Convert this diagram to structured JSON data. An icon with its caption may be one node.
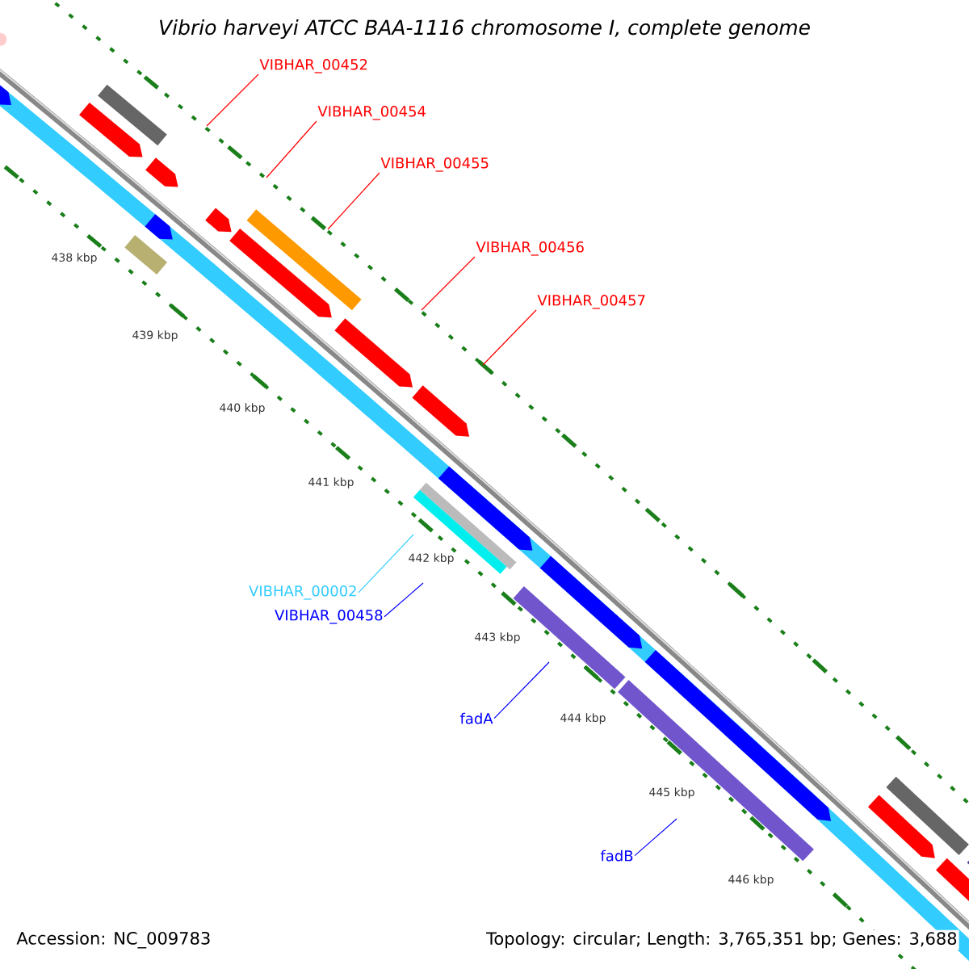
{
  "diagram": {
    "title": "Vibrio harveyi ATCC BAA-1116 chromosome I, complete genome",
    "nodes": [
      {
        "text": [
          "VIBHAR_00452"
        ]
      },
      {
        "text": [
          "VIBHAR_00454"
        ]
      },
      {
        "text": [
          "VIBHAR_00455"
        ]
      },
      {
        "text": [
          "VIBHAR_00456"
        ]
      },
      {
        "text": [
          "VIBHAR_00457"
        ]
      },
      {
        "text": [
          "VIBHAR_00002"
        ]
      },
      {
        "text": [
          "VIBHAR_00458"
        ]
      },
      {
        "text": [
          "fadA"
        ]
      },
      {
        "text": [
          "fadB"
        ]
      }
    ],
    "edges": [
      {
        "from": 0,
        "to": null,
        "arrow": "none"
      },
      {
        "from": 1,
        "to": null,
        "arrow": "none"
      },
      {
        "from": 2,
        "to": null,
        "arrow": "none"
      },
      {
        "from": 3,
        "to": null,
        "arrow": "none"
      },
      {
        "from": 4,
        "to": null,
        "arrow": "none"
      },
      {
        "from": 5,
        "to": null,
        "arrow": "none",
        "color": "#33ccff"
      },
      {
        "from": 6,
        "to": null,
        "arrow": "none",
        "color": "#0000ff"
      },
      {
        "from": 7,
        "to": null,
        "arrow": "none",
        "color": "#0000ff"
      },
      {
        "from": 8,
        "to": null,
        "arrow": "none",
        "color": "#0000ff"
      }
    ],
    "labels": [
      "438 kbp",
      "439 kbp",
      "440 kbp",
      "441 kbp",
      "442 kbp",
      "443 kbp",
      "444 kbp",
      "445 kbp",
      "446 kbp",
      "Accession: NC_009783",
      "Topology: circular; Length: 3,765,351 bp; Genes: 3,688"
    ]
  }
}
